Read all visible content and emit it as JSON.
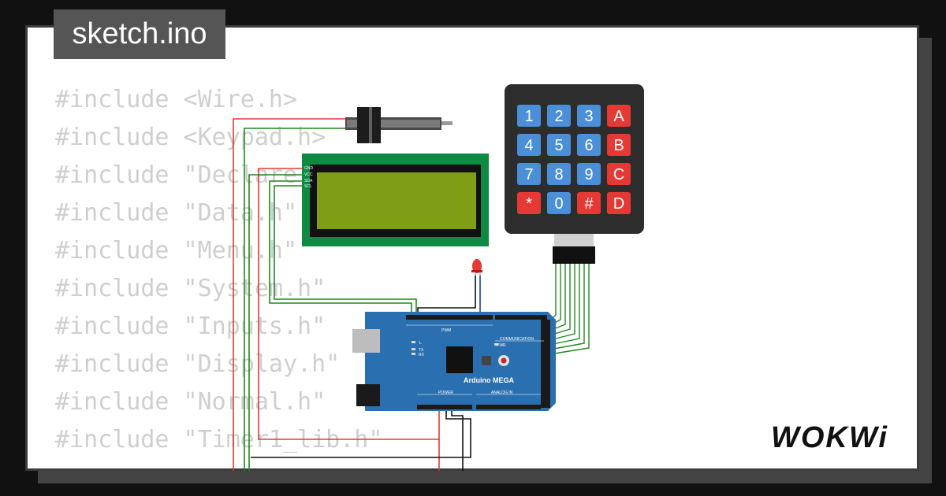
{
  "title": "sketch.ino",
  "code_lines": [
    "#include <Wire.h>",
    "#include <Keypad.h>",
    "#include \"Declare.h\"",
    "#include \"Data.h\"",
    "#include \"Menu.h\"",
    "#include \"System.h\"",
    "#include \"Inputs.h\"",
    "#include \"Display.h\"",
    "#include \"Normal.h\"",
    "#include \"Timer1_lib.h\""
  ],
  "keypad": {
    "rows": [
      [
        "1",
        "2",
        "3",
        "A"
      ],
      [
        "4",
        "5",
        "6",
        "B"
      ],
      [
        "7",
        "8",
        "9",
        "C"
      ],
      [
        "*",
        "0",
        "#",
        "D"
      ]
    ]
  },
  "board": {
    "name": "Arduino MEGA",
    "labels": {
      "pwm": "PWM",
      "communication": "COMMUNICATION",
      "power": "POWER",
      "analog_in": "ANALOG IN",
      "led_l": "L",
      "led_tx": "TX",
      "led_rx": "RX",
      "pwr_led": "PWR"
    }
  },
  "lcd": {
    "pins": [
      "GND",
      "VCC",
      "SDA",
      "SCL"
    ]
  },
  "brand": "WOKWi",
  "colors": {
    "page_bg": "#111111",
    "card_bg": "#ffffff",
    "code_text": "#cfcfcf",
    "tab_bg": "#555555",
    "board_blue": "#2a70b0",
    "lcd_screen": "#7f9d15",
    "lcd_pcb": "#0e8a43",
    "keypad_body": "#2d2d2d",
    "key_blue": "#4a8fd8",
    "key_red": "#e53935",
    "wire_red": "#e53935",
    "wire_green": "#1e8a1e",
    "wire_black": "#111111",
    "wire_blue": "#1a3fa8",
    "led_red": "#e53935"
  }
}
